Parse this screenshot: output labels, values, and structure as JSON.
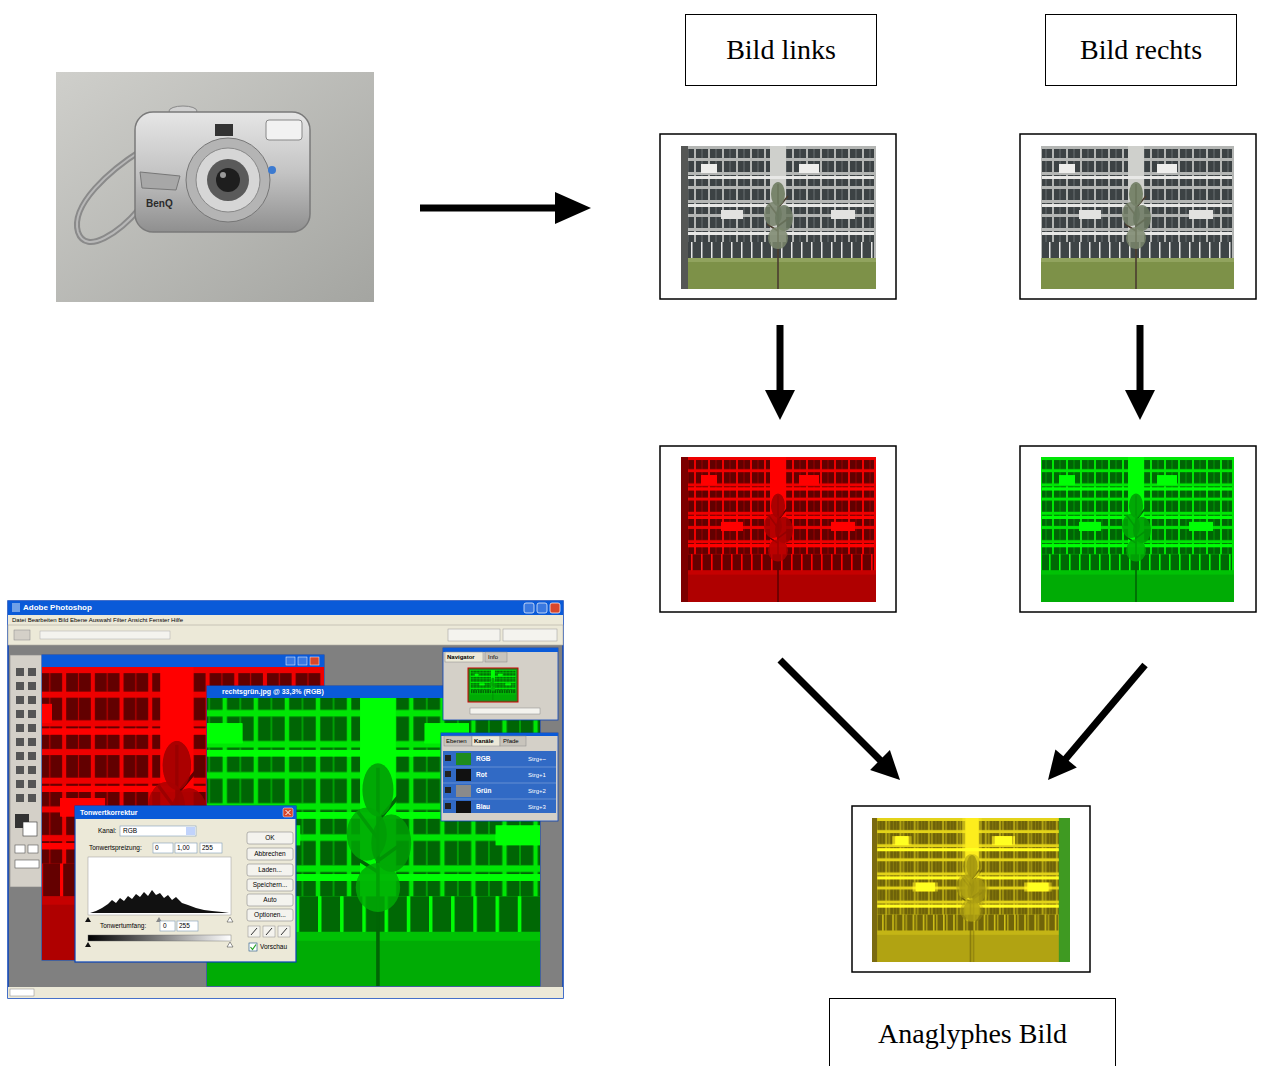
{
  "diagram": {
    "nodes": [
      {
        "text": [
          "Bild links"
        ]
      },
      {
        "text": [
          "Bild rechts"
        ]
      },
      {
        "text": [
          "Anaglyphes Bild"
        ]
      }
    ],
    "labels": [
      "BenQ",
      "Adobe Photoshop",
      "Datei Bearbeiten Bild Ebene Auswahl Filter Ansicht Fenster Hilfe",
      "rechtsgrün.jpg @ 33,3% (RGB)",
      "Tonwertkorrektur",
      "Kanal:",
      "RGB",
      "Tonwertspreizung:",
      "0",
      "1,00",
      "255",
      "OK",
      "Abbrechen",
      "Laden...",
      "Speichern...",
      "Auto",
      "Optionen...",
      "Tonwertumfang:",
      "0",
      "255",
      "Vorschau",
      "Navigator",
      "Info",
      "Ebenen",
      "Kanäle",
      "Pfade",
      "RGB",
      "Strg+~",
      "Rot",
      "Strg+1",
      "Grün",
      "Strg+2",
      "Blau",
      "Strg+3"
    ]
  }
}
